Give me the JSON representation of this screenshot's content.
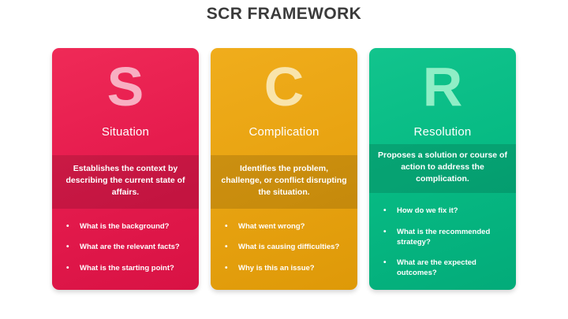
{
  "slide": {
    "title": "SCR FRAMEWORK"
  },
  "cards": [
    {
      "key": "situation",
      "letter": "S",
      "title": "Situation",
      "description": "Establishes the context by describing the current state of affairs.",
      "bullets": [
        "What is the background?",
        "What are the relevant facts?",
        "What is the starting point?"
      ],
      "color": "#e61c4e",
      "letter_color": "#f8afc2"
    },
    {
      "key": "complication",
      "letter": "C",
      "title": "Complication",
      "description": "Identifies the problem, challenge, or conflict disrupting the situation.",
      "bullets": [
        "What went wrong?",
        "What is causing difficulties?",
        "Why is this an issue?"
      ],
      "color": "#e9a412",
      "letter_color": "#f9e4ab"
    },
    {
      "key": "resolution",
      "letter": "R",
      "title": "Resolution",
      "description": "Proposes a solution or course of action to address the complication.",
      "bullets": [
        "How do we fix it?",
        "What is the recommended strategy?",
        "What are the expected outcomes?"
      ],
      "color": "#07bb84",
      "letter_color": "#8feec6"
    }
  ]
}
